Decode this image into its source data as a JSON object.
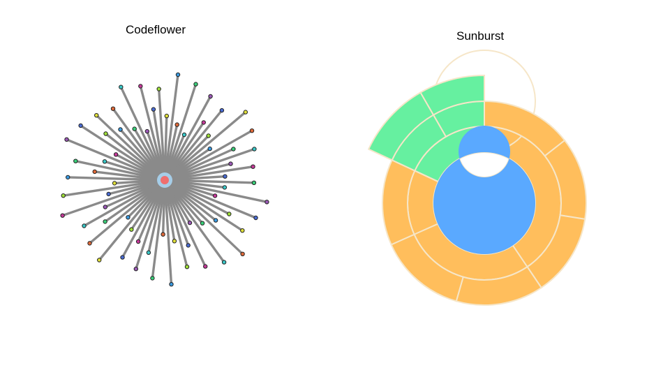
{
  "titles": {
    "codeflower": "Codeflower",
    "sunburst": "Sunburst"
  },
  "codeflower": {
    "center_node_color": "#ef6f6f",
    "center_ring_color": "#a6cde8",
    "link_color": "#8a8a8a",
    "leaf_count": 68,
    "leaf_colors": [
      "#3ad07a",
      "#9b59b6",
      "#4a6cd4",
      "#e0e03a",
      "#e06a3a",
      "#3ac8c8",
      "#c63a9a",
      "#a0e03a",
      "#3a9ae0"
    ]
  },
  "sunburst": {
    "colors": {
      "root": "#5aa9ff",
      "orange": "#ffbe5c",
      "green": "#66f0a0",
      "separator": "#f6e6c8"
    },
    "note": ""
  }
}
